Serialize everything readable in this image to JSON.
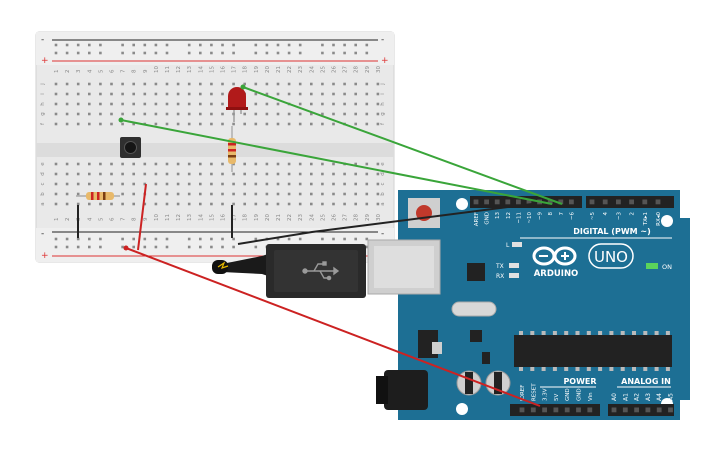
{
  "breadboard": {
    "rail_minus": "-",
    "rail_plus": "+",
    "row_letters_top": [
      "j",
      "i",
      "h",
      "g",
      "f"
    ],
    "row_letters_bottom": [
      "e",
      "d",
      "c",
      "b",
      "a"
    ],
    "column_count": 30
  },
  "arduino": {
    "brand": "ARDUINO",
    "model": "UNO",
    "digital_label": "DIGITAL (PWM ~)",
    "power_label": "POWER",
    "analog_label": "ANALOG IN",
    "led_l": "L",
    "led_tx": "TX",
    "led_rx": "RX",
    "on_label": "ON",
    "digital_pins": [
      "AREF",
      "GND",
      "13",
      "12",
      "~11",
      "~10",
      "~9",
      "8",
      "7",
      "~6",
      "~5",
      "4",
      "~3",
      "2",
      "TX▸1",
      "RX◂0"
    ],
    "power_pins": [
      "IOREF",
      "RESET",
      "3.3V",
      "5V",
      "GND",
      "GND",
      "Vin"
    ],
    "analog_pins": [
      "A0",
      "A1",
      "A2",
      "A3",
      "A4",
      "A5"
    ]
  },
  "components": [
    {
      "name": "led",
      "color": "#b11a1a"
    },
    {
      "name": "resistor-vertical",
      "color": "#e8b96a"
    },
    {
      "name": "resistor-horizontal",
      "color": "#e8b96a"
    },
    {
      "name": "pushbutton",
      "color": "#2f2f2f"
    },
    {
      "name": "usb-cable",
      "color": "#2a2a2a"
    }
  ],
  "wires": [
    {
      "name": "led-to-pin",
      "color": "#3aa53a"
    },
    {
      "name": "button-to-pin",
      "color": "#3aa53a"
    },
    {
      "name": "ground-wire",
      "color": "#222222"
    },
    {
      "name": "5v-wire",
      "color": "#cc2222"
    }
  ],
  "colors": {
    "board_blue": "#1d6f94",
    "breadboard": "#e9e9e9",
    "rail_red": "#d33",
    "rail_black": "#222"
  }
}
